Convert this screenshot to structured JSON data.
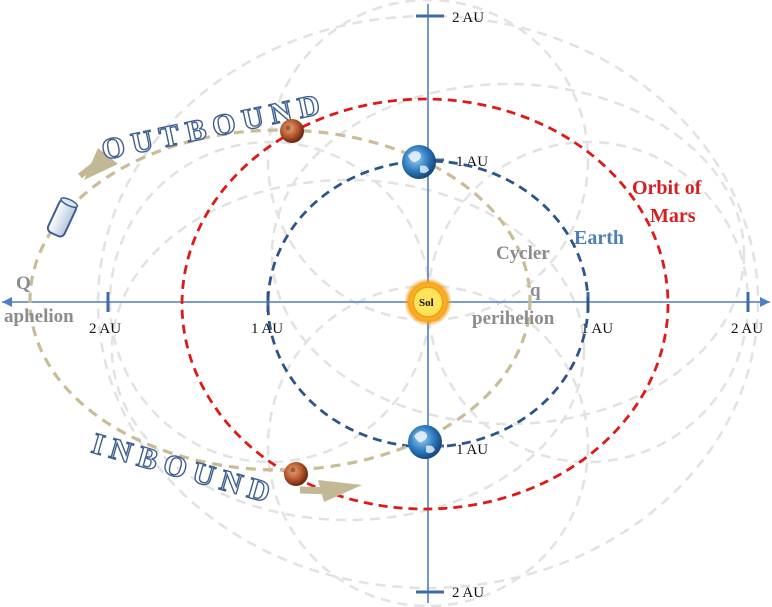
{
  "axis_labels": {
    "top": "2 AU",
    "upper": "1 AU",
    "lower": "1 AU",
    "bottom": "2 AU",
    "left_outer": "2 AU",
    "left_inner": "1 AU",
    "right_inner": "1 AU",
    "right_outer": "2 AU"
  },
  "labels": {
    "mars_orbit_line1": "Orbit of",
    "mars_orbit_line2": "Mars",
    "earth_orbit": "Earth",
    "cycler": "Cycler",
    "perihelion_symbol": "q",
    "perihelion": "perihelion",
    "aphelion_symbol": "Q",
    "aphelion": "aphelion",
    "outbound": "OUTBOUND",
    "inbound": "INBOUND",
    "sun": "Sol"
  },
  "colors": {
    "mars_orbit": "#e01818",
    "earth_orbit": "#2d5587",
    "cycler_orbit": "#c8bd98",
    "axis": "#4f7fbf",
    "arrows": "#c2b896",
    "ghost_orbits": "#e2e2e2"
  },
  "icons": {
    "sun": "sun-icon",
    "earth": "earth-globe-icon",
    "mars": "mars-planet-icon",
    "spacecraft": "cycler-spacecraft-icon"
  }
}
